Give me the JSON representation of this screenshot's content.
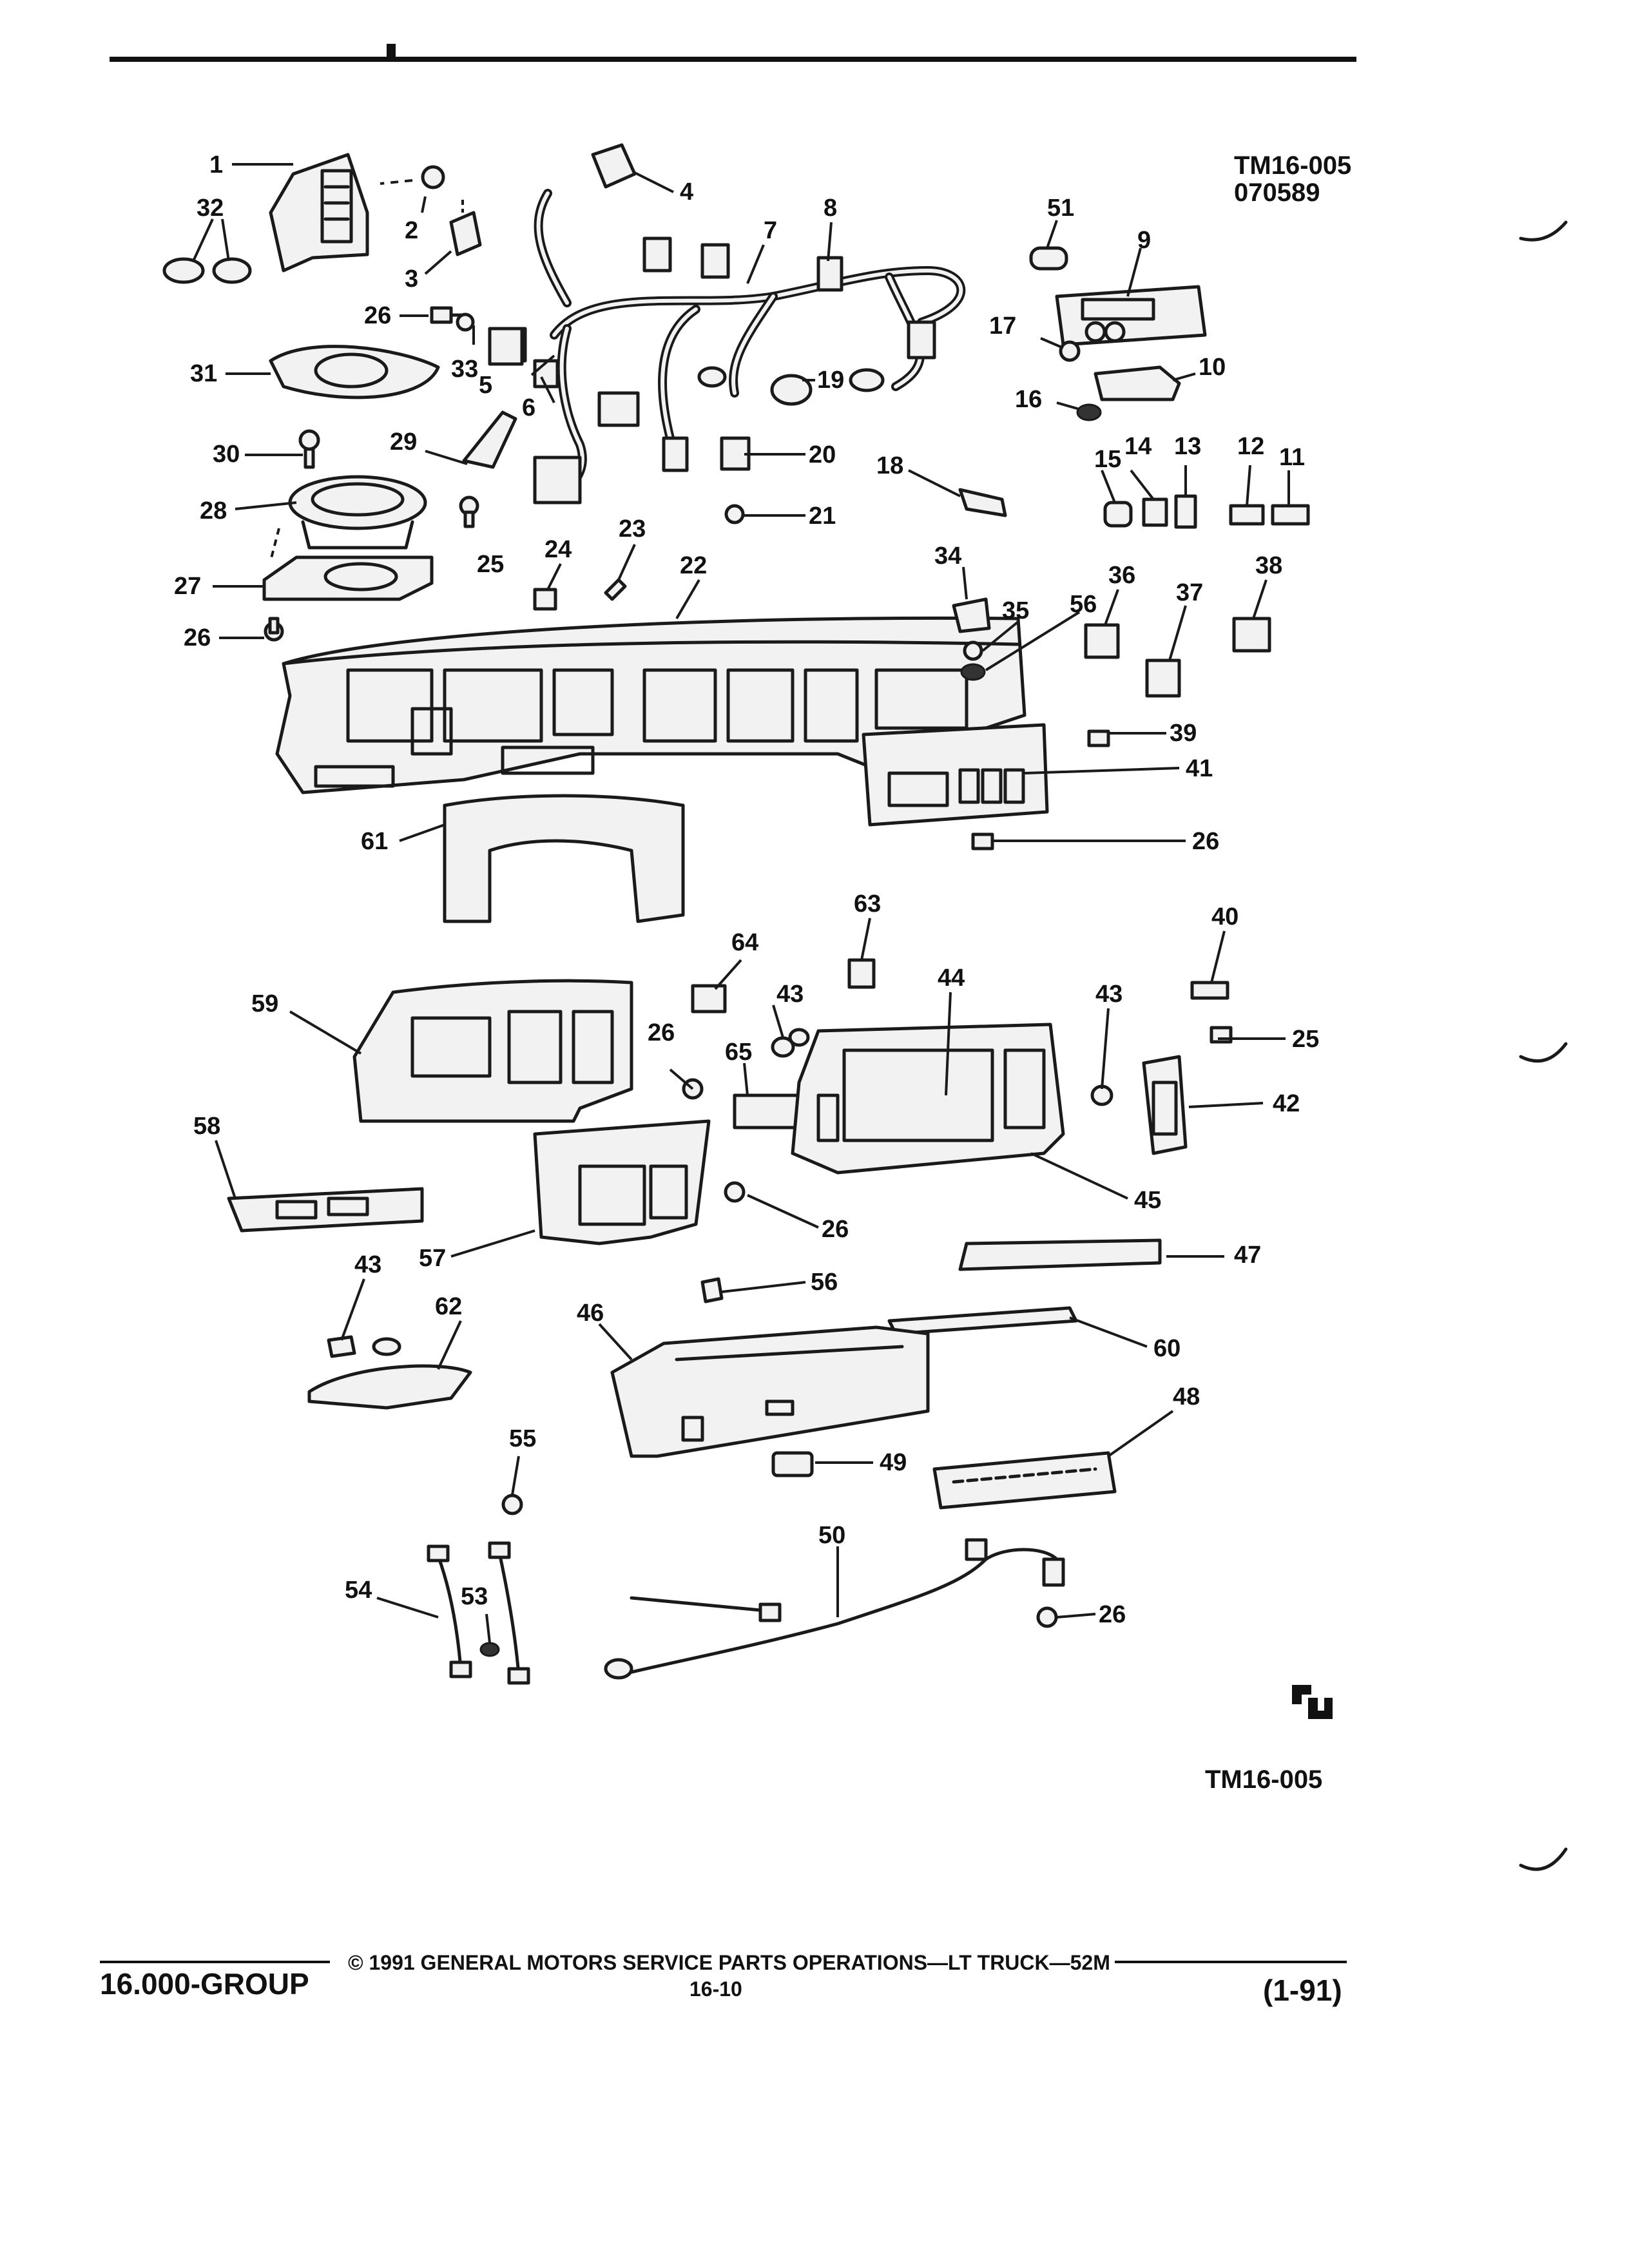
{
  "figure": {
    "code_top": "TM16-005",
    "code_top_sub": "070589",
    "code_bottom": "TM16-005",
    "logo": "gm-service-logo"
  },
  "callouts": [
    "1",
    "2",
    "3",
    "4",
    "5",
    "6",
    "7",
    "8",
    "9",
    "10",
    "11",
    "12",
    "13",
    "14",
    "15",
    "16",
    "17",
    "18",
    "19",
    "20",
    "21",
    "22",
    "23",
    "24",
    "25",
    "26",
    "27",
    "28",
    "29",
    "30",
    "31",
    "32",
    "33",
    "34",
    "35",
    "36",
    "37",
    "38",
    "39",
    "40",
    "41",
    "42",
    "43",
    "44",
    "45",
    "46",
    "47",
    "48",
    "49",
    "50",
    "51",
    "53",
    "54",
    "55",
    "56",
    "57",
    "58",
    "59",
    "60",
    "61",
    "62",
    "63",
    "64",
    "65"
  ],
  "footer": {
    "group": "16.000-GROUP",
    "copyright": "© 1991 GENERAL MOTORS SERVICE PARTS OPERATIONS—LT TRUCK—52M",
    "page": "16-10",
    "revision": "(1-91)"
  }
}
